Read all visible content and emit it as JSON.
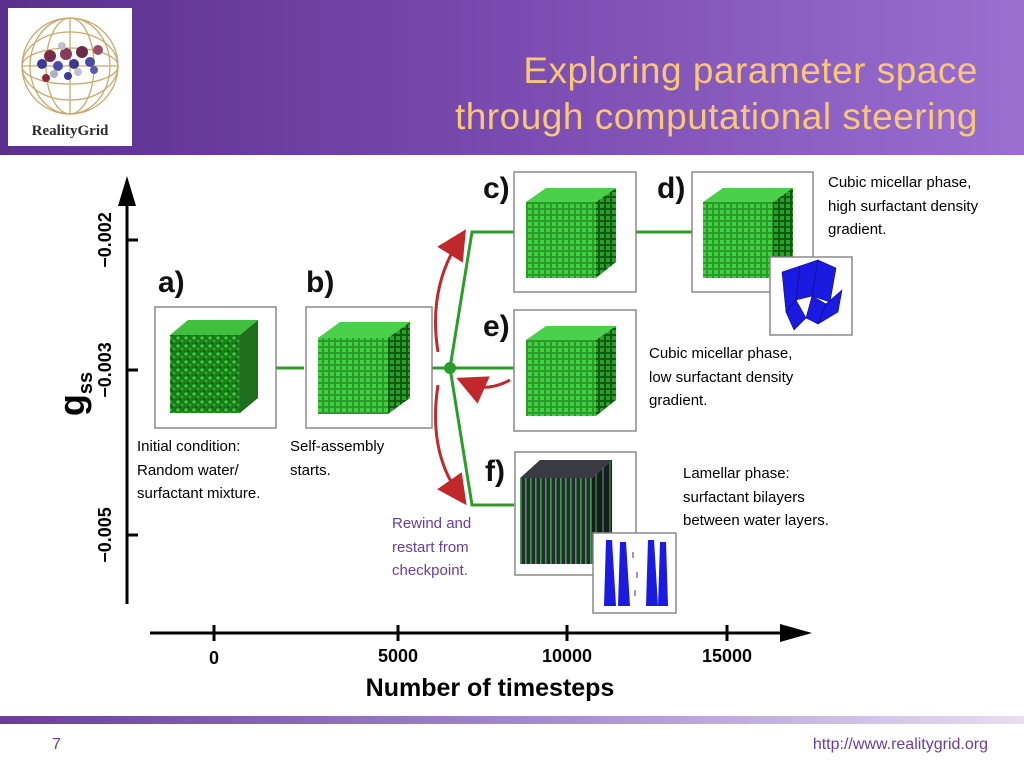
{
  "header": {
    "title_line1": "Exploring parameter space",
    "title_line2": "through computational steering",
    "logo_text": "RealityGrid"
  },
  "panels": {
    "a": {
      "label": "a)",
      "caption": [
        "Initial condition:",
        "Random water/",
        "surfactant mixture."
      ]
    },
    "b": {
      "label": "b)",
      "caption": [
        "Self-assembly",
        "starts."
      ]
    },
    "c": {
      "label": "c)"
    },
    "d": {
      "label": "d)",
      "caption": [
        "Cubic micellar phase,",
        "high surfactant density",
        "gradient."
      ]
    },
    "e": {
      "label": "e)",
      "caption": [
        "Cubic micellar phase,",
        "low surfactant density",
        "gradient."
      ]
    },
    "f": {
      "label": "f)",
      "caption": [
        "Lamellar phase:",
        "surfactant bilayers",
        "between water layers."
      ]
    }
  },
  "rewind_caption": [
    "Rewind and",
    "restart from",
    "checkpoint."
  ],
  "axes": {
    "x_label": "Number of timesteps",
    "x_ticks": [
      "0",
      "5000",
      "10000",
      "15000"
    ],
    "y_label_main": "g",
    "y_label_sub": "ss",
    "y_ticks": [
      "−0.002",
      "−0.003",
      "−0.005"
    ]
  },
  "footer": {
    "page_number": "7",
    "url": "http://www.realitygrid.org"
  },
  "colors": {
    "header": "#7a4bb0",
    "title": "#f8c878",
    "branch": "#2a9d2a",
    "arrow": "#c0282b",
    "accent": "#6a3d9a"
  }
}
